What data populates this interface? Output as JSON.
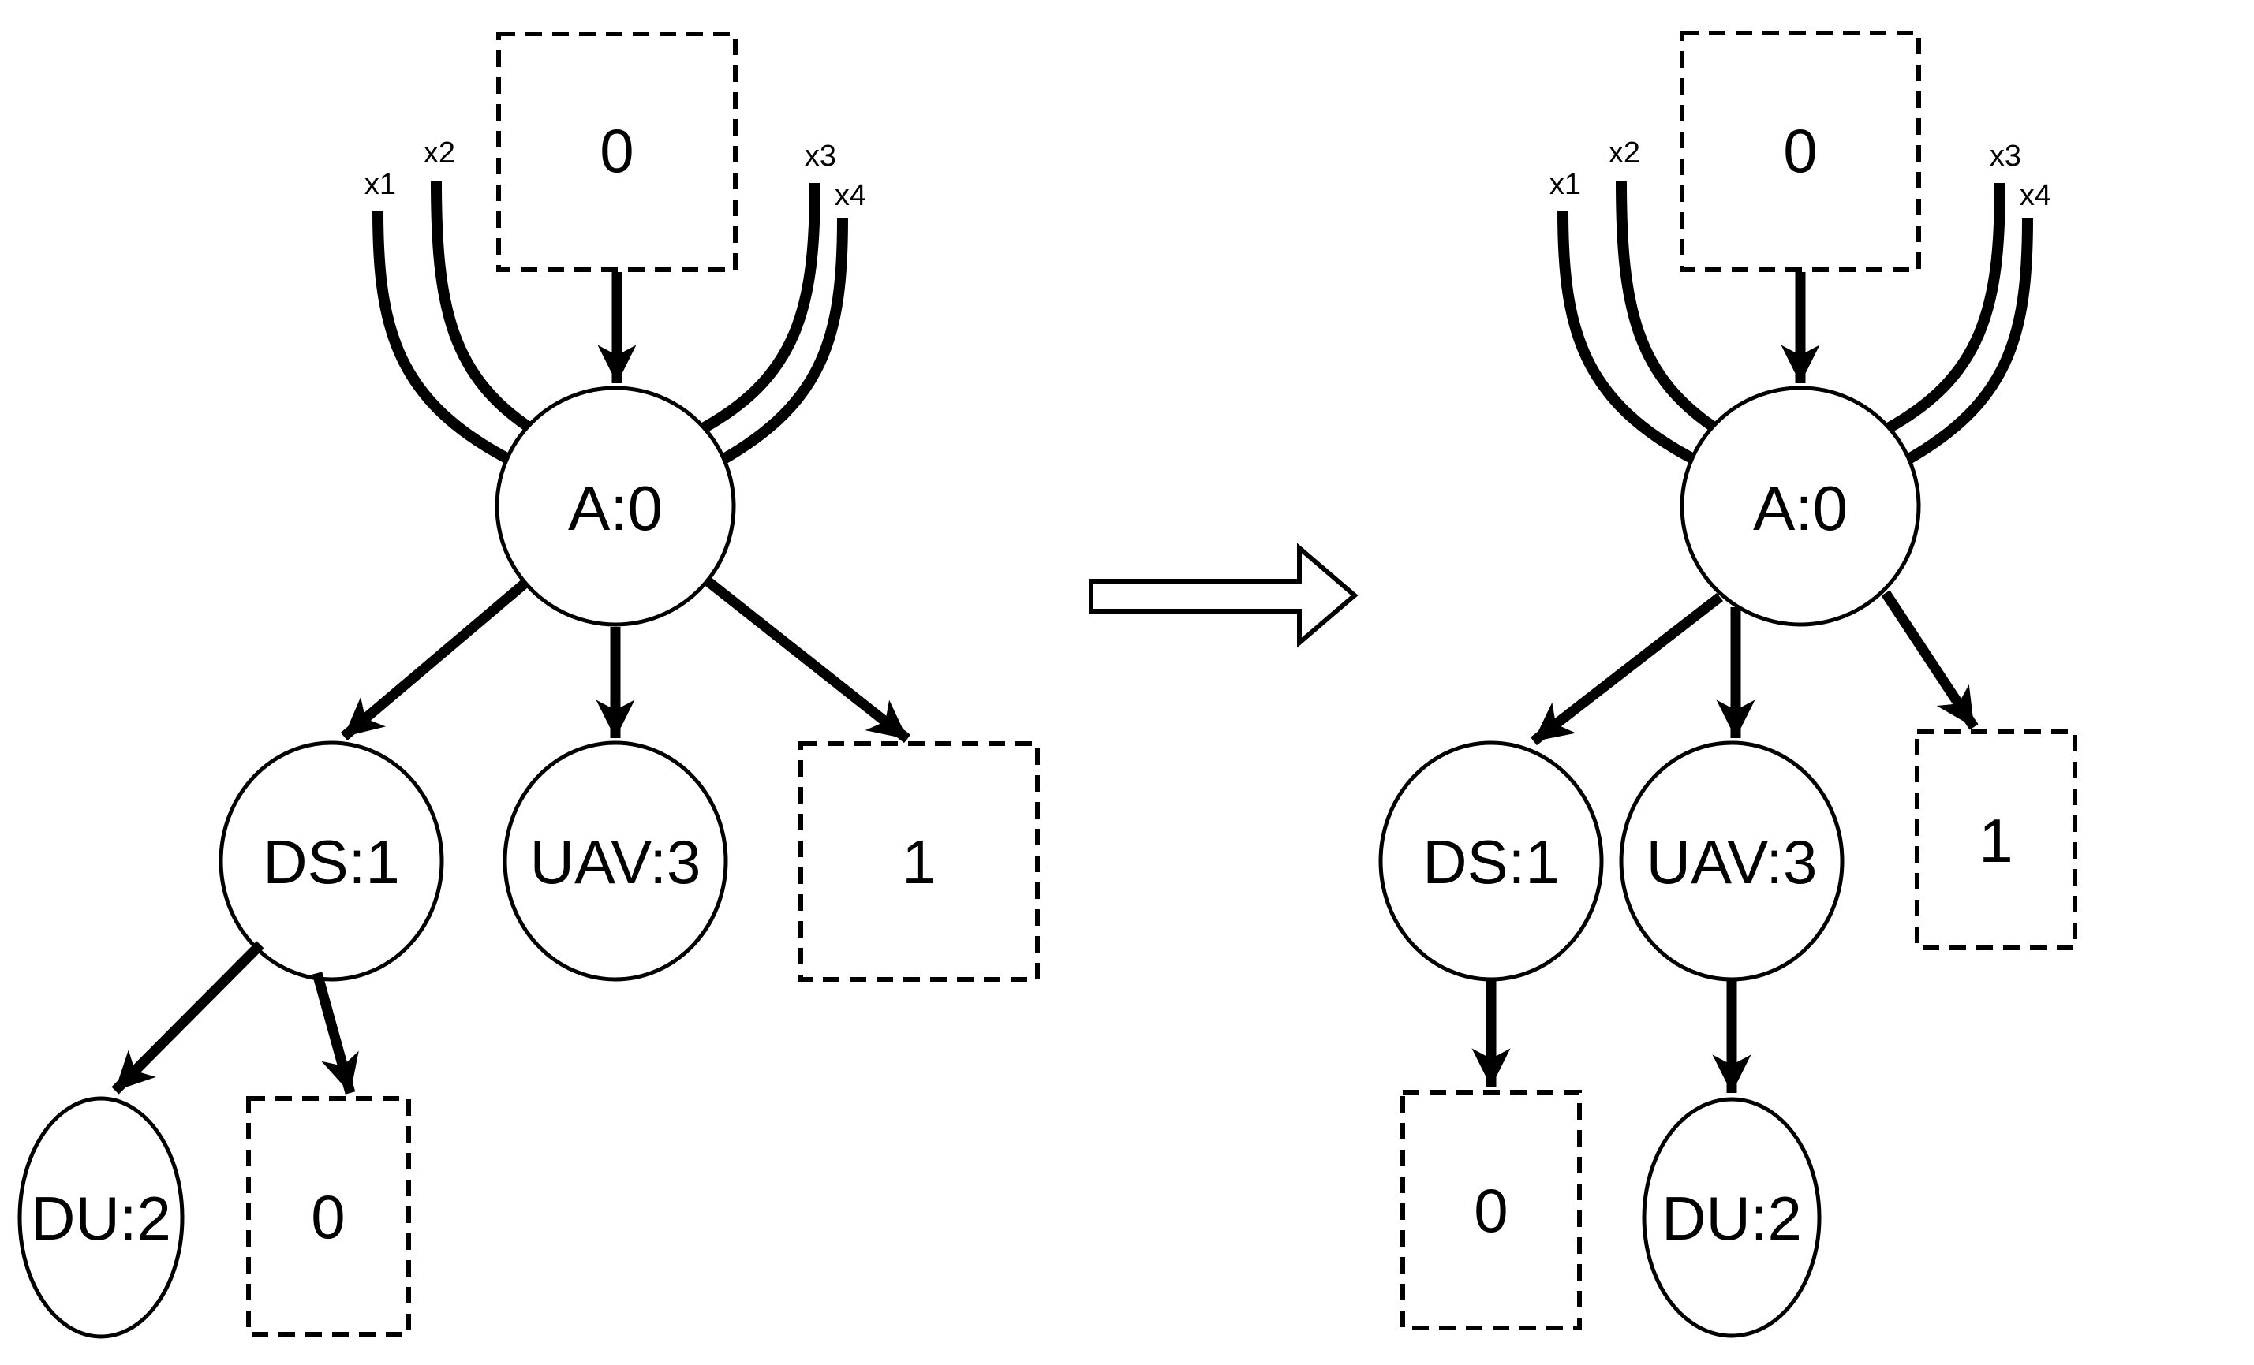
{
  "colors": {
    "ink": "#000000",
    "background": "#ffffff"
  },
  "left_tree": {
    "input_box_label": "0",
    "input_labels": [
      "x1",
      "x2",
      "x3",
      "x4"
    ],
    "root_label": "A:0",
    "child_labels": [
      "DS:1",
      "UAV:3"
    ],
    "leaf_box_label": "1",
    "grandchild_box_label": "0",
    "grandchild_label": "DU:2"
  },
  "right_tree": {
    "input_box_label": "0",
    "input_labels": [
      "x1",
      "x2",
      "x3",
      "x4"
    ],
    "root_label": "A:0",
    "child_labels": [
      "DS:1",
      "UAV:3"
    ],
    "leaf_box_label": "1",
    "grandchild_box_label": "0",
    "grandchild_label": "DU:2"
  }
}
